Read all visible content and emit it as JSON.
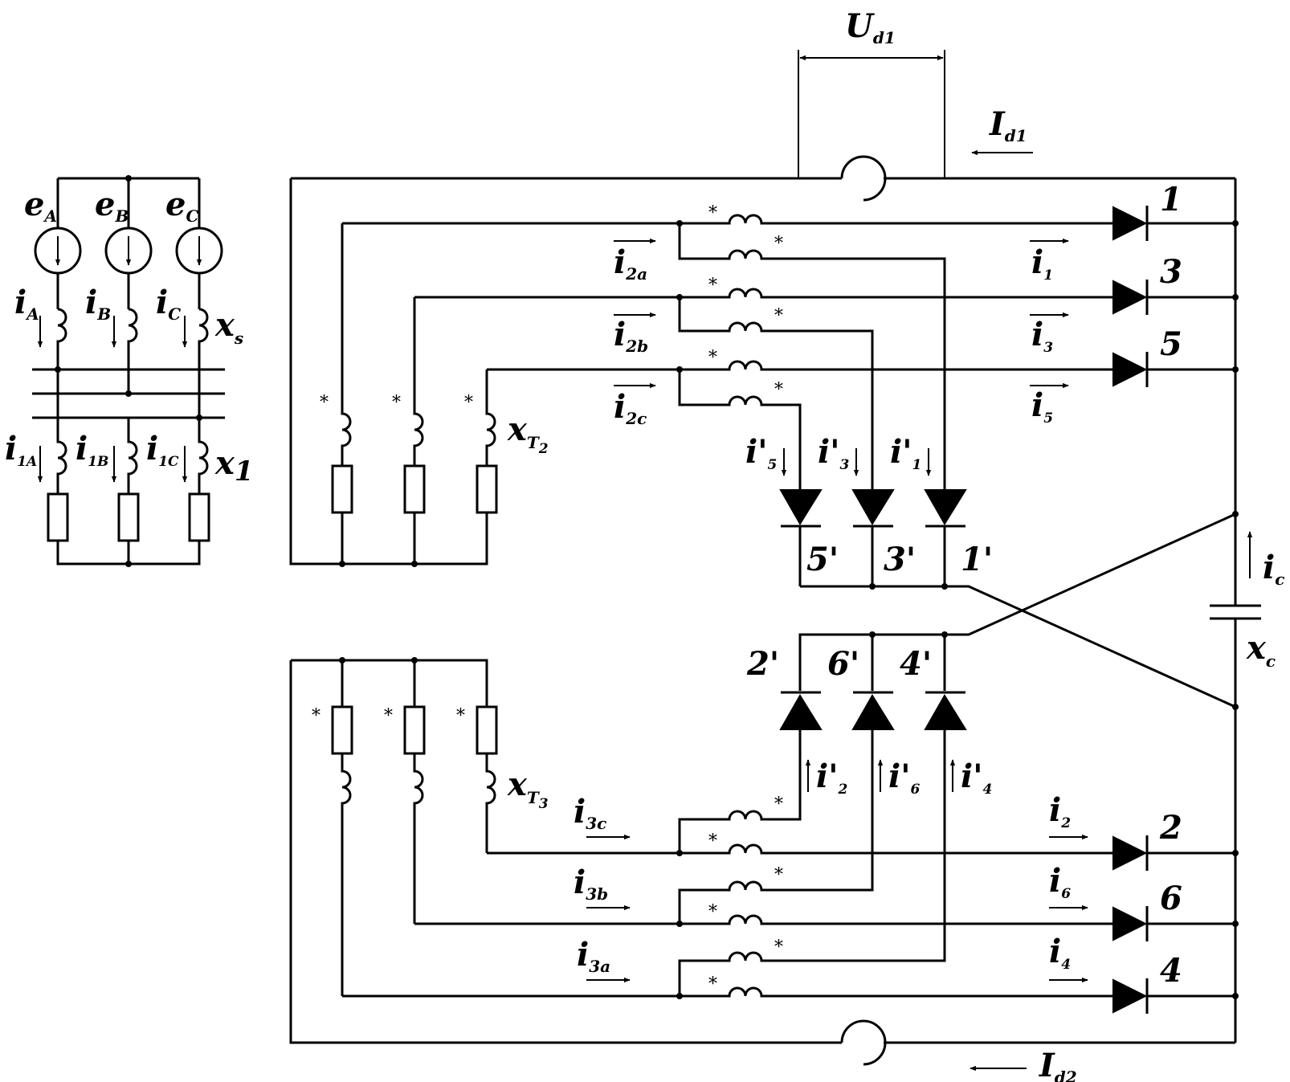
{
  "source_labels": {
    "eA": "e",
    "eA_sub": "A",
    "eB": "e",
    "eB_sub": "B",
    "eC": "e",
    "eC_sub": "C"
  },
  "current_labels_primary": {
    "iA": "i",
    "iA_sub": "A",
    "iB": "i",
    "iB_sub": "B",
    "iC": "i",
    "iC_sub": "C"
  },
  "current_labels_load": {
    "i1A": "i",
    "i1A_sub": "1A",
    "i1B": "i",
    "i1B_sub": "1B",
    "i1C": "i",
    "i1C_sub": "1C"
  },
  "reactance_labels": {
    "xs": "x",
    "xs_sub": "s",
    "x1": "x",
    "x1_sub": "1",
    "xT2": "x",
    "xT2_sub": "T",
    "xT2_sub2": "2",
    "xT3": "x",
    "xT3_sub": "T",
    "xT3_sub2": "3",
    "xc": "x",
    "xc_sub": "c"
  },
  "dc_labels": {
    "Ud1": "U",
    "Ud1_sub": "d1",
    "Id1": "I",
    "Id1_sub": "d1",
    "Id2": "I",
    "Id2_sub": "d2",
    "ic": "i",
    "ic_sub": "c"
  },
  "upper_phase_currents": {
    "i2a": "i",
    "i2a_sub": "2a",
    "i2b": "i",
    "i2b_sub": "2b",
    "i2c": "i",
    "i2c_sub": "2c"
  },
  "lower_phase_currents": {
    "i3c": "i",
    "i3c_sub": "3c",
    "i3b": "i",
    "i3b_sub": "3b",
    "i3a": "i",
    "i3a_sub": "3a"
  },
  "diode_currents_upper": {
    "i1": "i",
    "i1_sub": "1",
    "i3": "i",
    "i3_sub": "3",
    "i5": "i",
    "i5_sub": "5"
  },
  "diode_currents_lower": {
    "i2": "i",
    "i2_sub": "2",
    "i6": "i",
    "i6_sub": "6",
    "i4": "i",
    "i4_sub": "4"
  },
  "primed_currents_upper": {
    "ip5": "i'",
    "ip5_sub": "5",
    "ip3": "i'",
    "ip3_sub": "3",
    "ip1": "i'",
    "ip1_sub": "1"
  },
  "primed_currents_lower": {
    "ip2": "i'",
    "ip2_sub": "2",
    "ip6": "i'",
    "ip6_sub": "6",
    "ip4": "i'",
    "ip4_sub": "4"
  },
  "diode_numbers": {
    "d1": "1",
    "d3": "3",
    "d5": "5",
    "d2": "2",
    "d6": "6",
    "d4": "4"
  },
  "primed_diode_numbers": {
    "dp5": "5'",
    "dp3": "3'",
    "dp1": "1'",
    "dp2": "2'",
    "dp6": "6'",
    "dp4": "4'"
  },
  "polarity_mark": "*"
}
